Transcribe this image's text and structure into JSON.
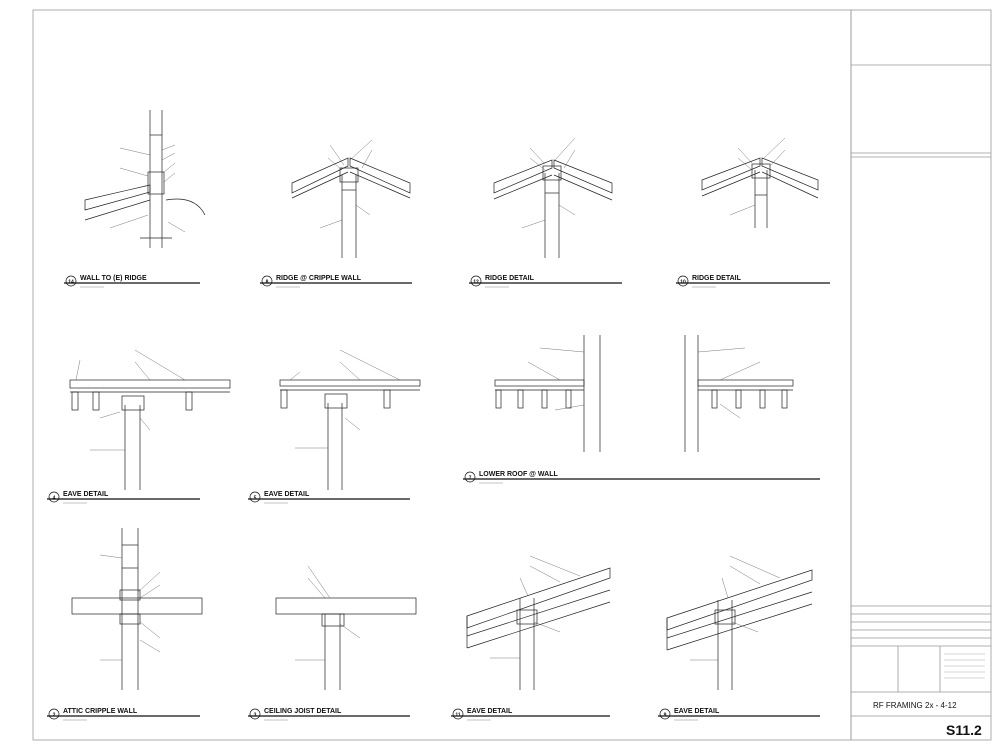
{
  "sheet": {
    "title": "RF FRAMING 2x - 4-12",
    "number": "S11.2"
  },
  "details": [
    {
      "num": "14",
      "title": "WALL TO (E) RIDGE"
    },
    {
      "num": "8",
      "title": "RIDGE @ CRIPPLE WALL"
    },
    {
      "num": "12",
      "title": "RIDGE DETAIL"
    },
    {
      "num": "10",
      "title": "RIDGE DETAIL"
    },
    {
      "num": "4",
      "title": "EAVE DETAIL"
    },
    {
      "num": "5",
      "title": "EAVE DETAIL"
    },
    {
      "num": "7",
      "title": "LOWER ROOF @ WALL"
    },
    {
      "num": "2",
      "title": "ATTIC CRIPPLE WALL"
    },
    {
      "num": "3",
      "title": "CEILING JOIST DETAIL"
    },
    {
      "num": "11",
      "title": "EAVE DETAIL"
    },
    {
      "num": "9",
      "title": "EAVE DETAIL"
    }
  ]
}
